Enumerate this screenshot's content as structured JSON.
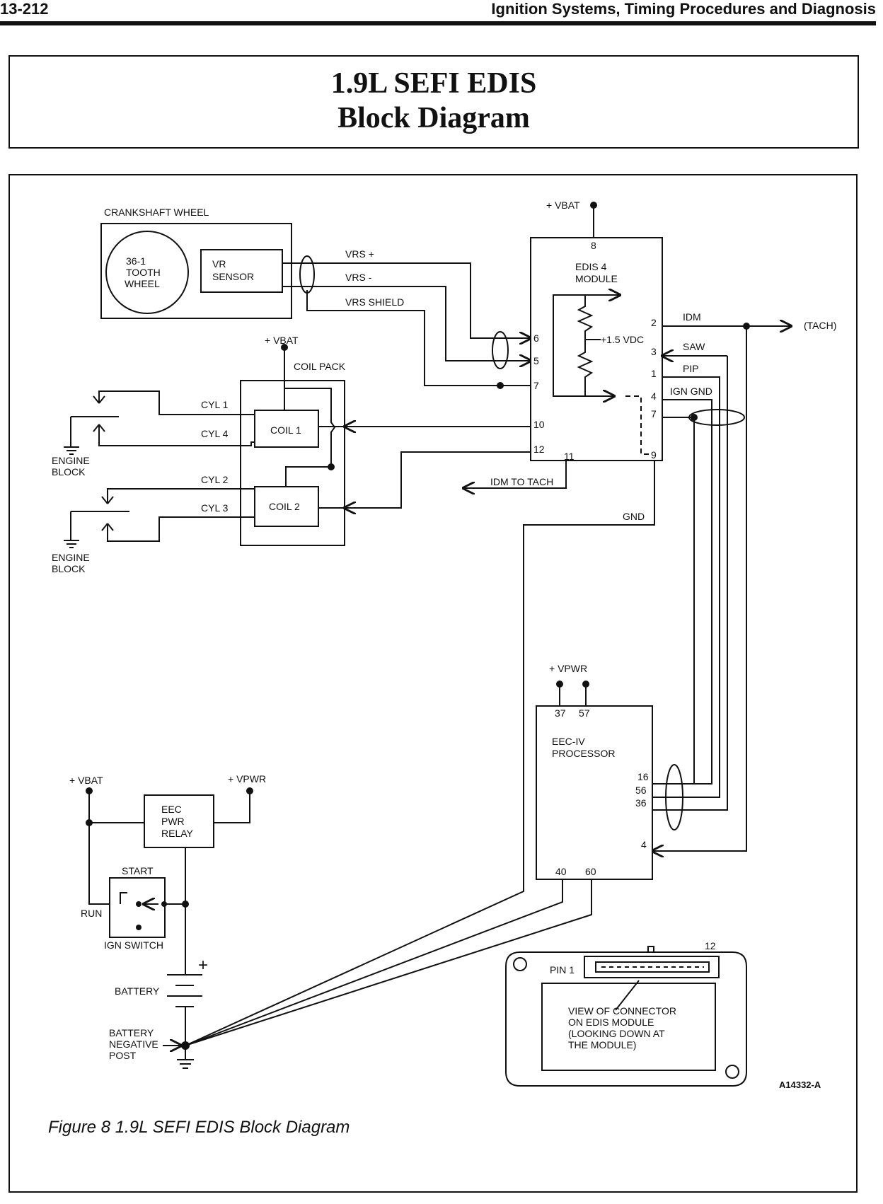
{
  "header": {
    "page_number": "13-212",
    "section_title": "Ignition Systems, Timing Procedures and Diagnosis"
  },
  "title": {
    "line1": "1.9L SEFI EDIS",
    "line2": "Block Diagram"
  },
  "diagram": {
    "crankshaft": {
      "label": "CRANKSHAFT WHEEL",
      "wheel_line1": "36-1",
      "wheel_line2": "TOOTH",
      "wheel_line3": "WHEEL",
      "sensor_line1": "VR",
      "sensor_line2": "SENSOR"
    },
    "signals": {
      "vrs_plus": "VRS +",
      "vrs_minus": "VRS -",
      "vrs_shield": "VRS SHIELD",
      "idm": "IDM",
      "tach": "(TACH)",
      "saw": "SAW",
      "pip": "PIP",
      "ign_gnd": "IGN GND",
      "coil1": "COIL 1",
      "coil2": "COIL 2",
      "idm_to_tach": "IDM TO TACH",
      "gnd": "GND"
    },
    "edis": {
      "line1": "EDIS 4",
      "line2": "MODULE",
      "vbat": "+ VBAT",
      "voltage": "+1.5 VDC",
      "pins": {
        "p8": "8",
        "p6": "6",
        "p5": "5",
        "p7_left": "7",
        "p10": "10",
        "p12": "12",
        "p11": "11",
        "p2": "2",
        "p3": "3",
        "p1": "1",
        "p4": "4",
        "p7_right": "7",
        "p9": "9"
      }
    },
    "coil_pack": {
      "label": "COIL PACK",
      "vbat": "+ VBAT",
      "coil1": "COIL 1",
      "coil2": "COIL 2",
      "cyl1": "CYL 1",
      "cyl4": "CYL 4",
      "cyl2": "CYL 2",
      "cyl3": "CYL 3",
      "engine_block_a_line1": "ENGINE",
      "engine_block_a_line2": "BLOCK",
      "engine_block_b_line1": "ENGINE",
      "engine_block_b_line2": "BLOCK"
    },
    "eec": {
      "line1": "EEC-IV",
      "line2": "PROCESSOR",
      "vpwr": "+ VPWR",
      "pins": {
        "p37": "37",
        "p57": "57",
        "p16": "16",
        "p56": "56",
        "p36": "36",
        "p4": "4",
        "p40": "40",
        "p60": "60"
      }
    },
    "power": {
      "vbat": "+ VBAT",
      "vpwr": "+ VPWR",
      "relay_line1": "EEC",
      "relay_line2": "PWR",
      "relay_line3": "RELAY",
      "start": "START",
      "run": "RUN",
      "ign_switch": "IGN SWITCH",
      "plus": "+",
      "battery": "BATTERY",
      "neg_post_line1": "BATTERY",
      "neg_post_line2": "NEGATIVE",
      "neg_post_line3": "POST"
    },
    "connector": {
      "pin1": "PIN 1",
      "pin12": "12",
      "note_line1": "VIEW OF CONNECTOR",
      "note_line2": "ON EDIS MODULE",
      "note_line3": "(LOOKING DOWN AT",
      "note_line4": "THE MODULE)"
    },
    "figure_id": "A14332-A"
  },
  "caption": "Figure 8  1.9L  SEFI  EDIS  Block  Diagram"
}
